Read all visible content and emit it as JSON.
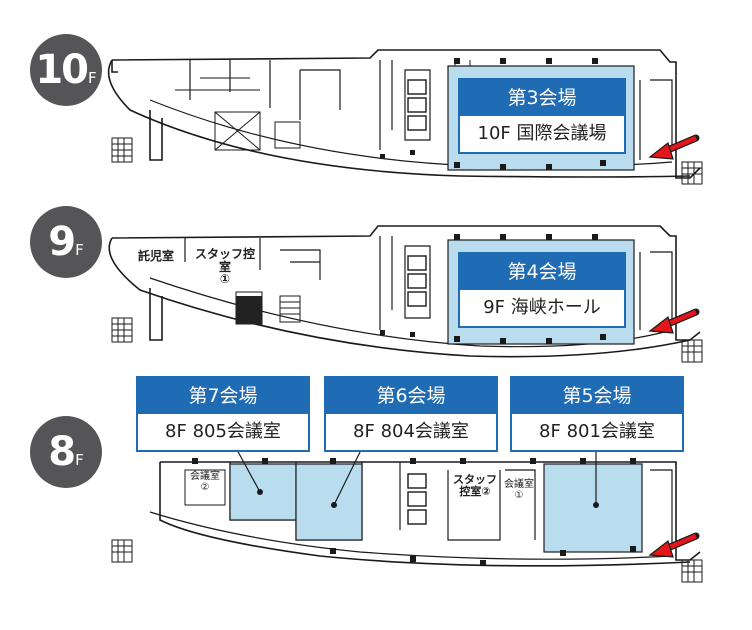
{
  "floors": [
    {
      "badge": {
        "number": "10",
        "suffix": "F"
      },
      "venues": [
        {
          "name": "第3会場",
          "room": "10F 国際会議場"
        }
      ]
    },
    {
      "badge": {
        "number": "9",
        "suffix": "F"
      },
      "venues": [
        {
          "name": "第4会場",
          "room": "9F 海峡ホール"
        }
      ],
      "rooms": {
        "nursery": "託児室",
        "staff_room_1": "スタッフ控室",
        "staff_room_1_num": "①"
      }
    },
    {
      "badge": {
        "number": "8",
        "suffix": "F"
      },
      "venues": [
        {
          "name": "第7会場",
          "room": "8F 805会議室"
        },
        {
          "name": "第6会場",
          "room": "8F 804会議室"
        },
        {
          "name": "第5会場",
          "room": "8F 801会議室"
        }
      ],
      "rooms": {
        "meeting_room_2": "会議室",
        "meeting_room_2_num": "②",
        "staff_room_2": "スタッフ",
        "staff_room_2b": "控室②",
        "meeting_room_1": "会議室",
        "meeting_room_1_num": "①"
      }
    }
  ],
  "colors": {
    "venue_blue": "#1f6cb5",
    "room_fill": "#b9dcef",
    "badge": "#555557",
    "arrow": "#e3161b",
    "wall": "#1a1a1a"
  },
  "icons": [
    "entrance-arrow-icon",
    "stairs-icon",
    "elevator-icon",
    "pillar-icon"
  ]
}
